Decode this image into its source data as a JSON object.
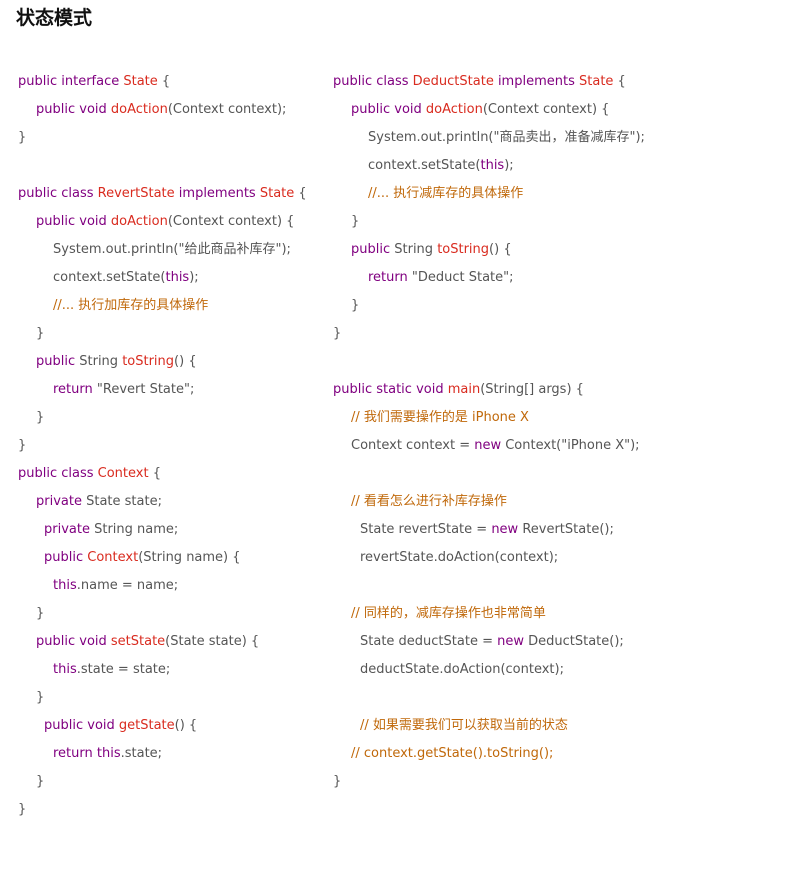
{
  "title": "状态模式",
  "colors": {
    "keyword": "#800080",
    "name": "#d92b1f",
    "comment": "#c0680a",
    "plain": "#555555"
  },
  "left_code": [
    {
      "indent": 0,
      "tokens": [
        [
          "k",
          "public interface "
        ],
        [
          "f",
          "State"
        ],
        [
          "p",
          " {"
        ]
      ]
    },
    {
      "indent": 18,
      "tokens": [
        [
          "k",
          "public void "
        ],
        [
          "f",
          "doAction"
        ],
        [
          "p",
          "(Context context);"
        ]
      ]
    },
    {
      "indent": 0,
      "tokens": [
        [
          "p",
          "}"
        ]
      ]
    },
    {
      "indent": 0,
      "tokens": []
    },
    {
      "indent": 0,
      "tokens": [
        [
          "k",
          "public class "
        ],
        [
          "f",
          "RevertState"
        ],
        [
          "k",
          " implements "
        ],
        [
          "f",
          "State"
        ],
        [
          "p",
          " {"
        ]
      ]
    },
    {
      "indent": 18,
      "tokens": [
        [
          "k",
          "public void "
        ],
        [
          "f",
          "doAction"
        ],
        [
          "p",
          "(Context context) {"
        ]
      ]
    },
    {
      "indent": 35,
      "tokens": [
        [
          "p",
          "System.out.println(\"给此商品补库存\");"
        ]
      ]
    },
    {
      "indent": 35,
      "tokens": [
        [
          "p",
          "context.setState("
        ],
        [
          "k",
          "this"
        ],
        [
          "p",
          ");"
        ]
      ]
    },
    {
      "indent": 35,
      "tokens": [
        [
          "c",
          "//... 执行加库存的具体操作"
        ]
      ]
    },
    {
      "indent": 18,
      "tokens": [
        [
          "p",
          "}"
        ]
      ]
    },
    {
      "indent": 18,
      "tokens": [
        [
          "k",
          "public "
        ],
        [
          "p",
          "String "
        ],
        [
          "f",
          "toString"
        ],
        [
          "p",
          "() {"
        ]
      ]
    },
    {
      "indent": 35,
      "tokens": [
        [
          "k",
          "return "
        ],
        [
          "p",
          "\"Revert State\";"
        ]
      ]
    },
    {
      "indent": 18,
      "tokens": [
        [
          "p",
          "}"
        ]
      ]
    },
    {
      "indent": 0,
      "tokens": [
        [
          "p",
          "}"
        ]
      ]
    },
    {
      "indent": 0,
      "tokens": [
        [
          "k",
          "public class "
        ],
        [
          "f",
          "Context"
        ],
        [
          "p",
          " {"
        ]
      ]
    },
    {
      "indent": 18,
      "tokens": [
        [
          "k",
          "private "
        ],
        [
          "p",
          "State state;"
        ]
      ]
    },
    {
      "indent": 26,
      "tokens": [
        [
          "k",
          "private "
        ],
        [
          "p",
          "String name;"
        ]
      ]
    },
    {
      "indent": 26,
      "tokens": [
        [
          "k",
          "public "
        ],
        [
          "f",
          "Context"
        ],
        [
          "p",
          "(String name) {"
        ]
      ]
    },
    {
      "indent": 35,
      "tokens": [
        [
          "k",
          "this"
        ],
        [
          "p",
          ".name = name;"
        ]
      ]
    },
    {
      "indent": 18,
      "tokens": [
        [
          "p",
          "}"
        ]
      ]
    },
    {
      "indent": 18,
      "tokens": [
        [
          "k",
          "public void "
        ],
        [
          "f",
          "setState"
        ],
        [
          "p",
          "(State state) {"
        ]
      ]
    },
    {
      "indent": 35,
      "tokens": [
        [
          "k",
          "this"
        ],
        [
          "p",
          ".state = state;"
        ]
      ]
    },
    {
      "indent": 18,
      "tokens": [
        [
          "p",
          "}"
        ]
      ]
    },
    {
      "indent": 26,
      "tokens": [
        [
          "k",
          "public void "
        ],
        [
          "f",
          "getState"
        ],
        [
          "p",
          "() {"
        ]
      ]
    },
    {
      "indent": 35,
      "tokens": [
        [
          "k",
          "return this"
        ],
        [
          "p",
          ".state;"
        ]
      ]
    },
    {
      "indent": 18,
      "tokens": [
        [
          "p",
          "}"
        ]
      ]
    },
    {
      "indent": 0,
      "tokens": [
        [
          "p",
          "}"
        ]
      ]
    }
  ],
  "right_code": [
    {
      "indent": 0,
      "tokens": [
        [
          "k",
          "public class "
        ],
        [
          "f",
          "DeductState"
        ],
        [
          "k",
          " implements "
        ],
        [
          "f",
          "State"
        ],
        [
          "p",
          " {"
        ]
      ]
    },
    {
      "indent": 18,
      "tokens": [
        [
          "k",
          "public void "
        ],
        [
          "f",
          "doAction"
        ],
        [
          "p",
          "(Context context) {"
        ]
      ]
    },
    {
      "indent": 35,
      "tokens": [
        [
          "p",
          "System.out.println(\"商品卖出，准备减库存\");"
        ]
      ]
    },
    {
      "indent": 35,
      "tokens": [
        [
          "p",
          "context.setState("
        ],
        [
          "k",
          "this"
        ],
        [
          "p",
          ");"
        ]
      ]
    },
    {
      "indent": 35,
      "tokens": [
        [
          "c",
          "//... 执行减库存的具体操作"
        ]
      ]
    },
    {
      "indent": 18,
      "tokens": [
        [
          "p",
          "}"
        ]
      ]
    },
    {
      "indent": 18,
      "tokens": [
        [
          "k",
          "public "
        ],
        [
          "p",
          "String "
        ],
        [
          "f",
          "toString"
        ],
        [
          "p",
          "() {"
        ]
      ]
    },
    {
      "indent": 35,
      "tokens": [
        [
          "k",
          "return "
        ],
        [
          "p",
          "\"Deduct State\";"
        ]
      ]
    },
    {
      "indent": 18,
      "tokens": [
        [
          "p",
          "}"
        ]
      ]
    },
    {
      "indent": 0,
      "tokens": [
        [
          "p",
          "}"
        ]
      ]
    },
    {
      "indent": 0,
      "tokens": []
    },
    {
      "indent": 0,
      "tokens": [
        [
          "k",
          "public static void "
        ],
        [
          "f",
          "main"
        ],
        [
          "p",
          "(String[] args) {"
        ]
      ]
    },
    {
      "indent": 18,
      "tokens": [
        [
          "c",
          "// 我们需要操作的是 iPhone X"
        ]
      ]
    },
    {
      "indent": 18,
      "tokens": [
        [
          "p",
          "Context context = "
        ],
        [
          "k",
          "new "
        ],
        [
          "p",
          "Context(\"iPhone X\");"
        ]
      ]
    },
    {
      "indent": 0,
      "tokens": []
    },
    {
      "indent": 18,
      "tokens": [
        [
          "c",
          "// 看看怎么进行补库存操作"
        ]
      ]
    },
    {
      "indent": 27,
      "tokens": [
        [
          "p",
          "State revertState = "
        ],
        [
          "k",
          "new "
        ],
        [
          "p",
          "RevertState();"
        ]
      ]
    },
    {
      "indent": 27,
      "tokens": [
        [
          "p",
          "revertState.doAction(context);"
        ]
      ]
    },
    {
      "indent": 0,
      "tokens": []
    },
    {
      "indent": 18,
      "tokens": [
        [
          "c",
          "// 同样的，减库存操作也非常简单"
        ]
      ]
    },
    {
      "indent": 27,
      "tokens": [
        [
          "p",
          "State deductState = "
        ],
        [
          "k",
          "new "
        ],
        [
          "p",
          "DeductState();"
        ]
      ]
    },
    {
      "indent": 27,
      "tokens": [
        [
          "p",
          "deductState.doAction(context);"
        ]
      ]
    },
    {
      "indent": 0,
      "tokens": []
    },
    {
      "indent": 27,
      "tokens": [
        [
          "c",
          "// 如果需要我们可以获取当前的状态"
        ]
      ]
    },
    {
      "indent": 18,
      "tokens": [
        [
          "c",
          "// context.getState().toString();"
        ]
      ]
    },
    {
      "indent": 0,
      "tokens": [
        [
          "p",
          "}"
        ]
      ]
    }
  ]
}
